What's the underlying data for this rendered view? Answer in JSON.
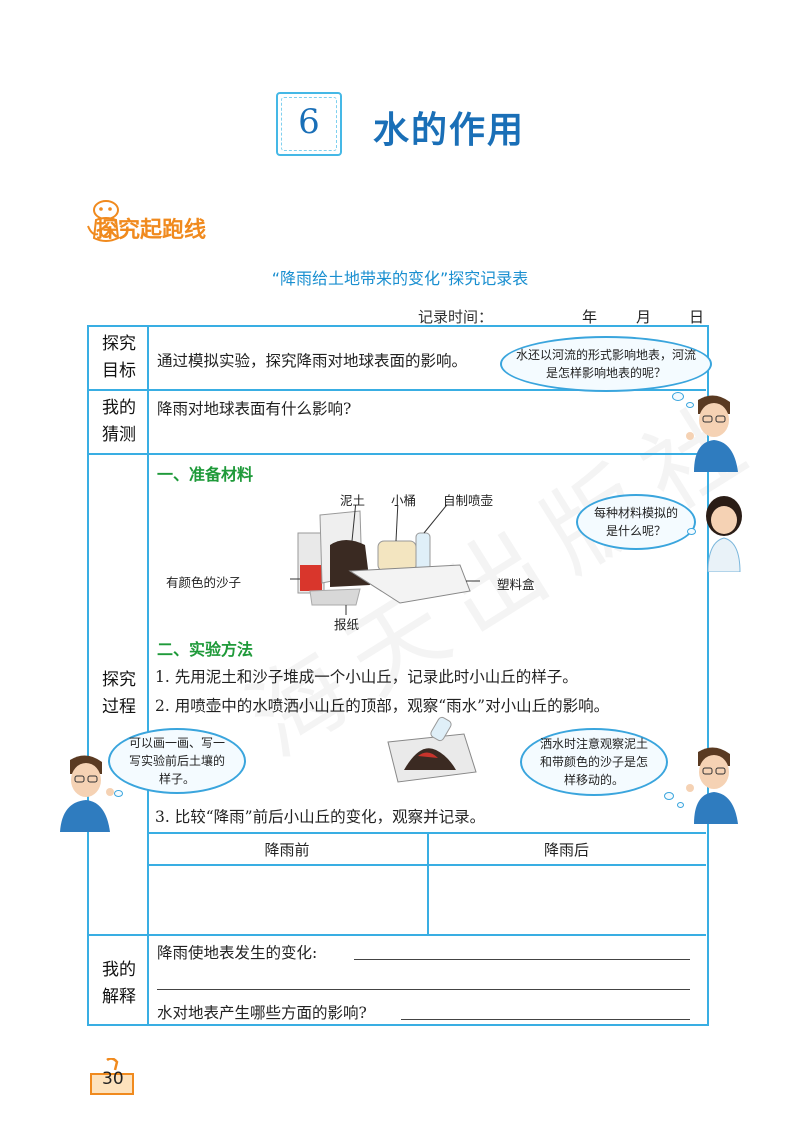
{
  "lesson": {
    "number": "6",
    "title": "水的作用"
  },
  "section_header": "探究起跑线",
  "table_title": "“降雨给土地带来的变化”探究记录表",
  "record_time": {
    "label": "记录时间：",
    "year": "年",
    "month": "月",
    "day": "日"
  },
  "rows": {
    "goal": {
      "header": "探究目标",
      "header_l1": "探究",
      "header_l2": "目标",
      "text": "通过模拟实验，探究降雨对地球表面的影响。"
    },
    "guess": {
      "header_l1": "我的",
      "header_l2": "猜测",
      "text": "降雨对地球表面有什么影响?"
    },
    "process": {
      "header_l1": "探究",
      "header_l2": "过程",
      "materials_title": "一、准备材料",
      "materials": {
        "soil": "泥土",
        "bucket": "小桶",
        "sprayer": "自制喷壶",
        "sand": "有颜色的沙子",
        "box": "塑料盒",
        "newspaper": "报纸"
      },
      "method_title": "二、实验方法",
      "steps": [
        "1.  先用泥土和沙子堆成一个小山丘，记录此时小山丘的样子。",
        "2.  用喷壶中的水喷洒小山丘的顶部，观察“雨水”对小山丘的影响。",
        "3.  比较“降雨”前后小山丘的变化，观察并记录。"
      ],
      "compare_headers": {
        "before": "降雨前",
        "after": "降雨后"
      }
    },
    "explain": {
      "header_l1": "我的",
      "header_l2": "解释",
      "q1": "降雨使地表发生的变化:",
      "q2": "水对地表产生哪些方面的影响?"
    }
  },
  "bubbles": {
    "b1": "水还以河流的形式影响地表，河流是怎样影响地表的呢？",
    "b2": "每种材料模拟的是什么呢？",
    "b3": "可以画一画、写一写实验前后土壤的样子。",
    "b4": "洒水时注意观察泥土和带颜色的沙子是怎样移动的。"
  },
  "watermark": "海天出版社",
  "page_number": "30",
  "colors": {
    "accent_blue": "#39aee3",
    "title_blue": "#1a6fb7",
    "header_orange": "#f08a1e",
    "green": "#1f9a3a"
  }
}
